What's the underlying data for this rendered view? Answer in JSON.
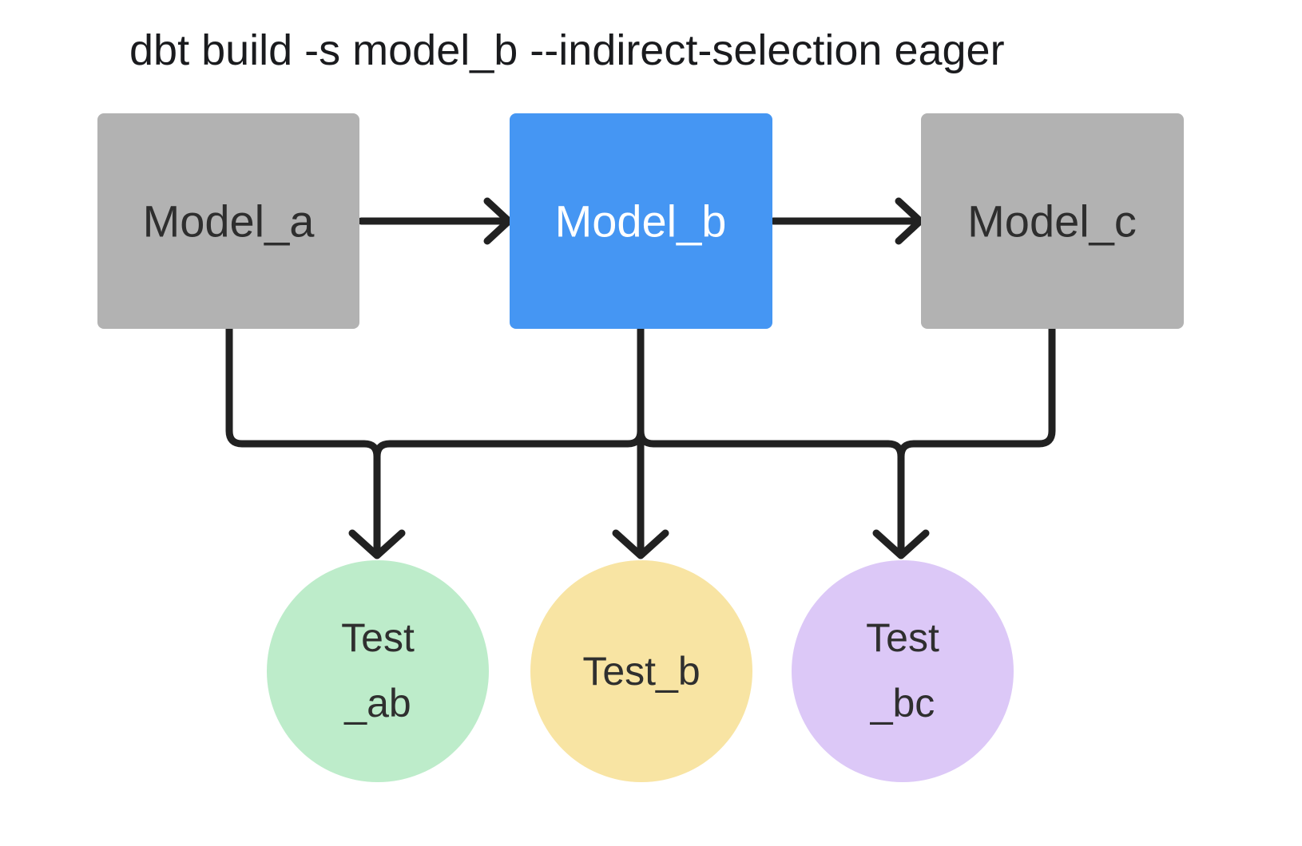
{
  "title": "dbt build -s model_b --indirect-selection eager",
  "colors": {
    "background": "#ffffff",
    "model_gray": "#b2b2b2",
    "model_blue": "#4596f3",
    "test_green": "#bdecca",
    "test_yellow": "#f8e4a3",
    "test_purple": "#dcc8f7",
    "edge": "#212121"
  },
  "nodes": {
    "model_a": {
      "label": "Model_a",
      "type": "model",
      "fill": "#b2b2b2"
    },
    "model_b": {
      "label": "Model_b",
      "type": "model",
      "selected": true,
      "fill": "#4596f3"
    },
    "model_c": {
      "label": "Model_c",
      "type": "model",
      "fill": "#b2b2b2"
    },
    "test_ab": {
      "line1": "Test",
      "line2": "_ab",
      "type": "test",
      "fill": "#bdecca"
    },
    "test_b": {
      "label": "Test_b",
      "type": "test",
      "fill": "#f8e4a3"
    },
    "test_bc": {
      "line1": "Test",
      "line2": "_bc",
      "type": "test",
      "fill": "#dcc8f7"
    }
  },
  "edges": {
    "direct": [
      {
        "from": "model_a",
        "to": "model_b"
      },
      {
        "from": "model_b",
        "to": "model_c"
      }
    ],
    "merged_dependency_bus": {
      "sources": [
        "model_a",
        "model_b",
        "model_c"
      ],
      "targets": [
        "test_ab",
        "test_b",
        "test_bc"
      ]
    }
  }
}
